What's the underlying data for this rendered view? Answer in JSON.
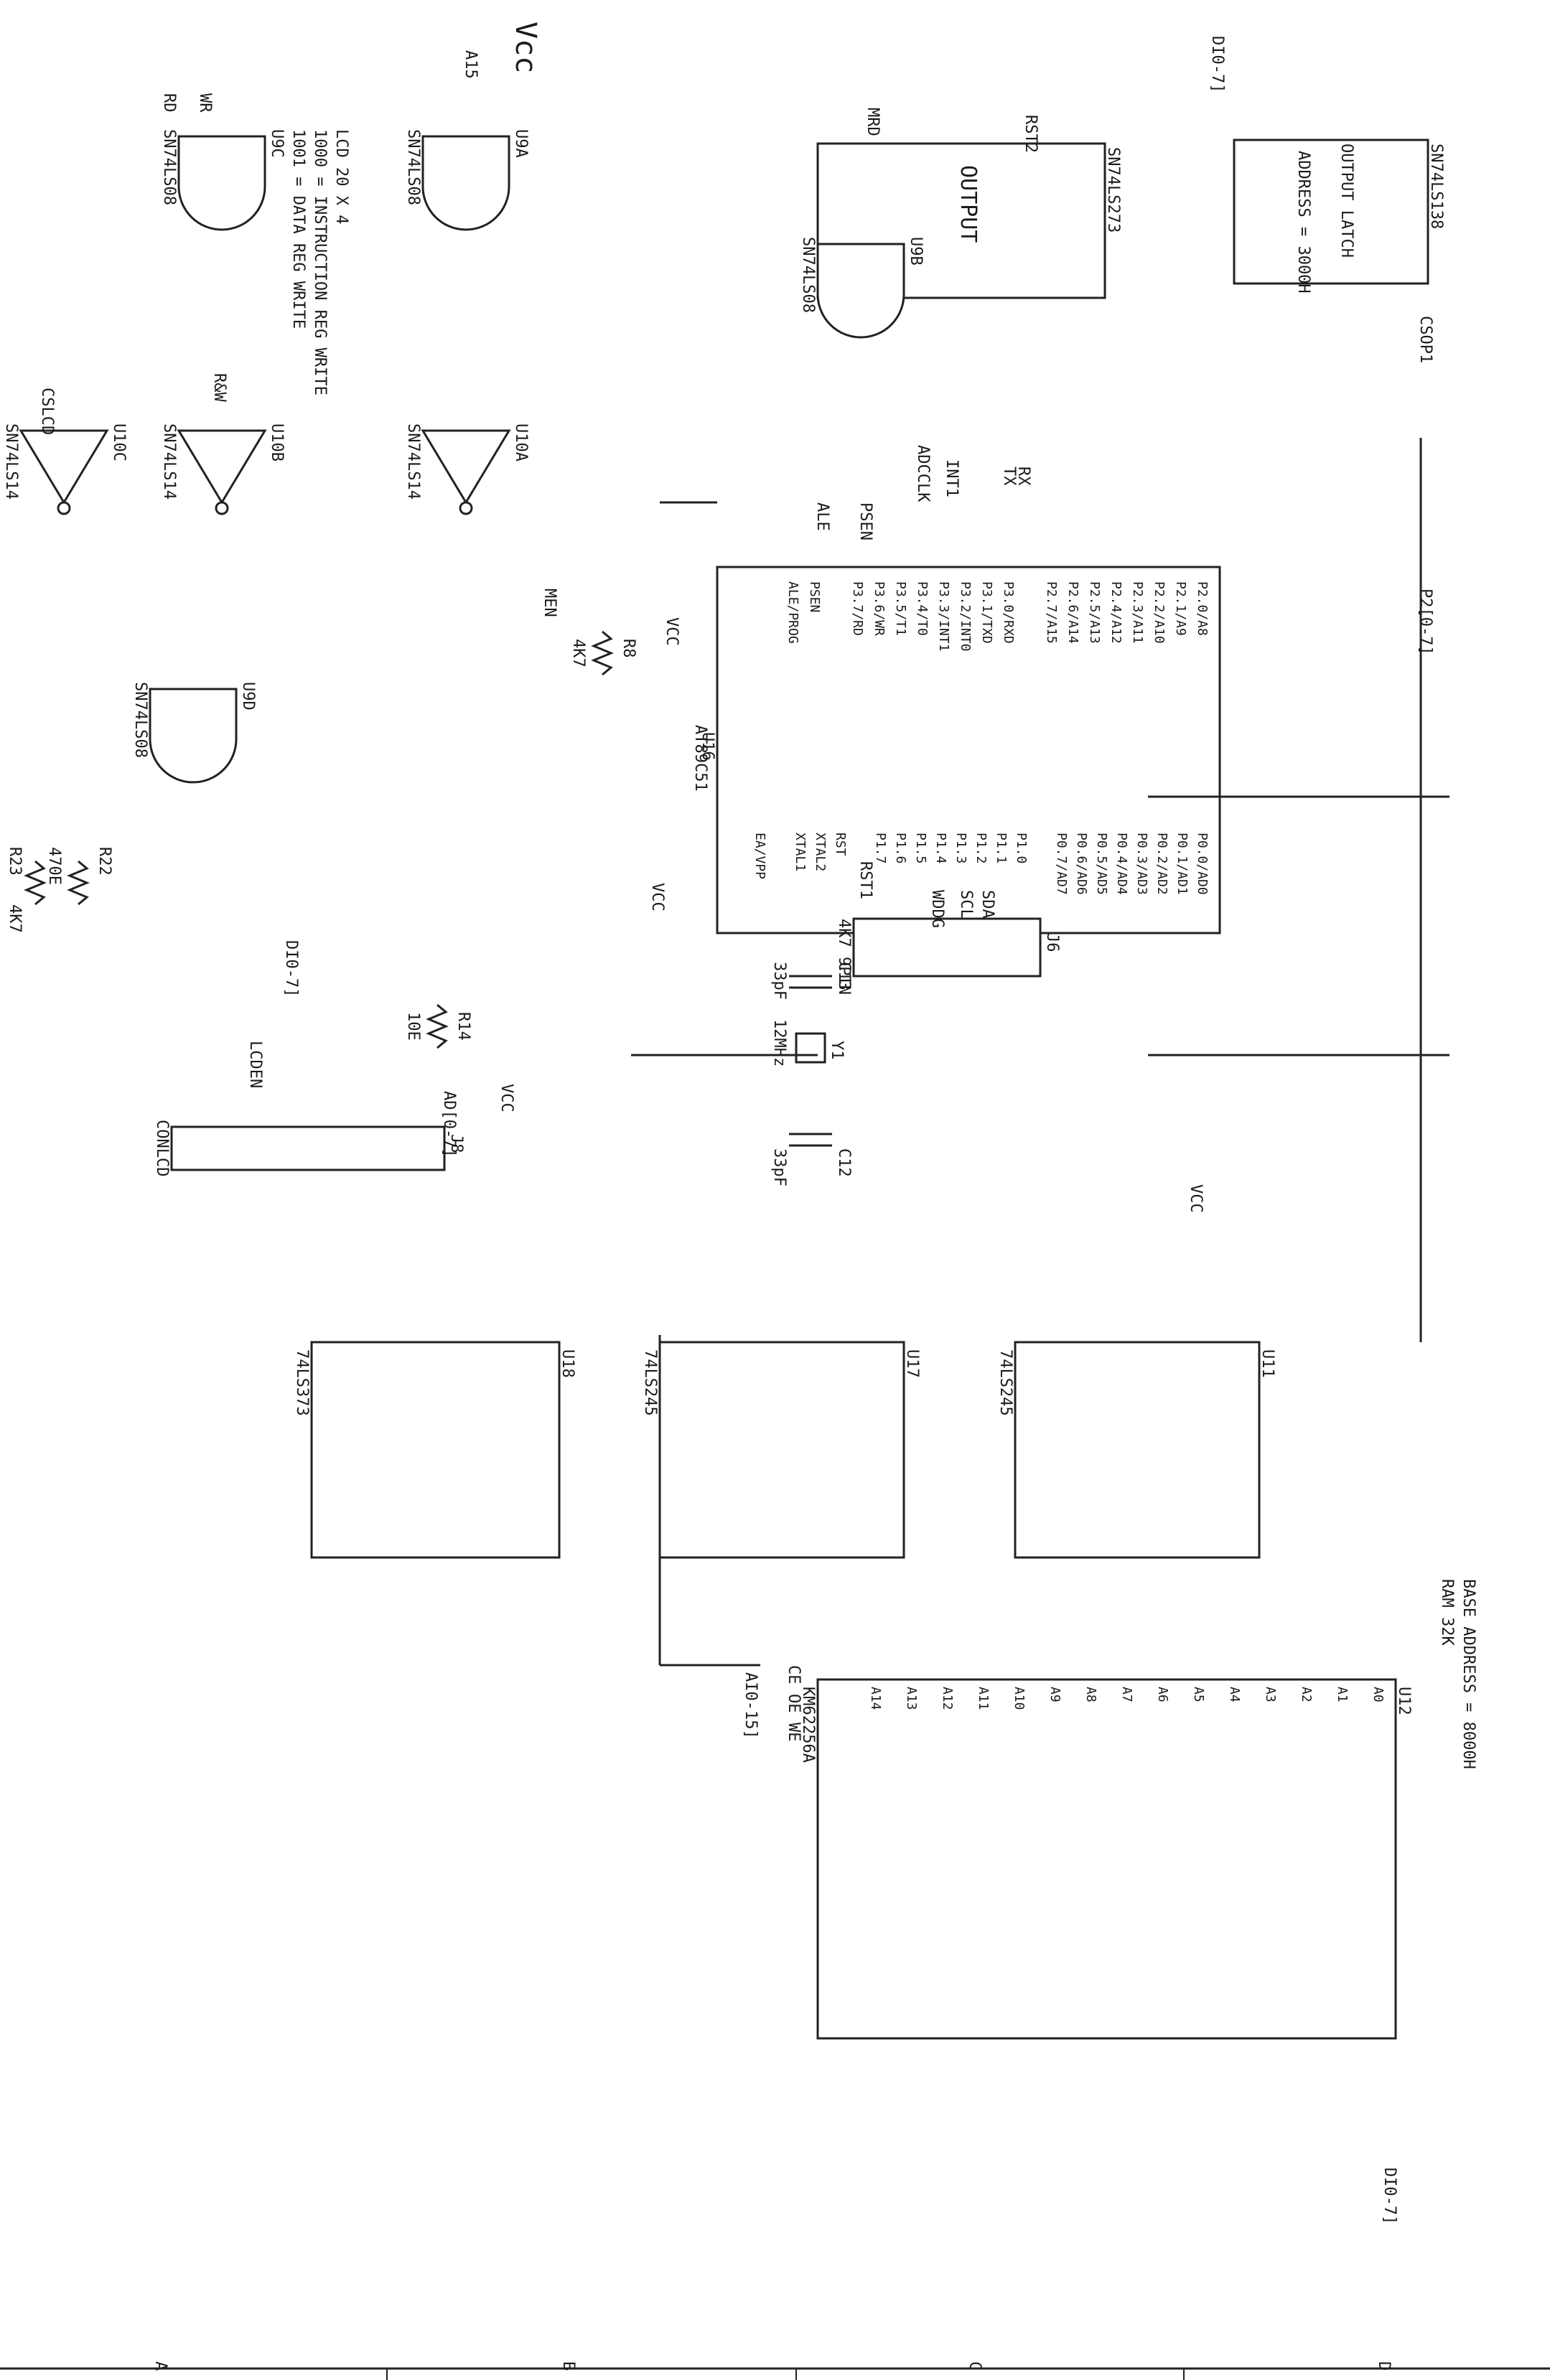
{
  "sheet": {
    "border_labels": [
      "A",
      "B",
      "C",
      "D"
    ]
  },
  "labels": {
    "idc_bus": "DI0-7]",
    "ad_bus": "AD[0-7]",
    "p2_bus": "P2[0-7]",
    "a_bus": "AI0-15]",
    "idc_bus2": "DI0-7]",
    "lcd_bus": "DI0-7]",
    "lcd_note_1": "LCD 20 X 4",
    "lcd_note_2": "1000 = INSTRUCTION REG WRITE",
    "lcd_note_3": "1001 = DATA REG WRITE",
    "output_title": "OUTPUT",
    "output_latch": "OUTPUT LATCH",
    "output_address": "ADDRESS = 3000H",
    "ram_title": "RAM 32K",
    "ram_address": "BASE ADDRESS = 8000H",
    "vcc": "VCC",
    "vcc_hand": "Vcc"
  },
  "components": {
    "u16": {
      "ref": "U16",
      "part": "AT89C51"
    },
    "u18": {
      "ref": "U18",
      "part": "74LS373"
    },
    "u17": {
      "ref": "U17",
      "part": "74LS245"
    },
    "u11": {
      "ref": "U11",
      "part": "74LS245"
    },
    "u12": {
      "ref": "U12",
      "part": "KM62256A"
    },
    "u138": {
      "part": "SN74LS138"
    },
    "u273": {
      "part": "SN74LS273"
    },
    "u9a": {
      "ref": "U9A",
      "part": "SN74LS08"
    },
    "u9b": {
      "ref": "U9B",
      "part": "SN74LS08"
    },
    "u9c": {
      "ref": "U9C",
      "part": "SN74LS08"
    },
    "u9d": {
      "ref": "U9D",
      "part": "SN74LS08"
    },
    "u10a": {
      "ref": "U10A",
      "part": "SN74LS14"
    },
    "u10b": {
      "ref": "U10B",
      "part": "SN74LS14"
    },
    "u10c": {
      "ref": "U10C",
      "part": "SN74LS14"
    },
    "j6": {
      "ref": "J6",
      "part": "4K7 9PIN"
    },
    "j8": {
      "ref": "J8",
      "part": "CONLCD"
    },
    "r8": {
      "ref": "R8",
      "value": "4K7"
    },
    "r14": {
      "ref": "R14",
      "value": "10E"
    },
    "r22": {
      "ref": "R22",
      "value": "470E"
    },
    "r23": {
      "ref": "R23",
      "value": "4K7"
    },
    "c12": {
      "ref": "C12",
      "value": "33pF"
    },
    "c13": {
      "ref": "C13",
      "value": "33pF"
    },
    "y1": {
      "ref": "Y1",
      "value": "12MHz"
    }
  },
  "signals": {
    "a15": "A15",
    "men": "MEN",
    "mrd": "MRD",
    "psen": "PSEN",
    "ale": "ALE",
    "wr": "WR",
    "rd": "RD",
    "rw": "R&W",
    "cslcd": "CSLCD",
    "csop1": "CSOP1",
    "rst1": "RST1",
    "rst2": "RST2",
    "lcden": "LCDEN",
    "wddg": "WDDG",
    "scl": "SCL",
    "sda": "SDA",
    "adcclk": "ADCCLK",
    "int1": "INT1",
    "tx": "TX",
    "rx": "RX",
    "we": "WE",
    "oe": "OE",
    "ce": "CE"
  },
  "u16_left_pins": [
    "P2.0/A8",
    "P2.1/A9",
    "P2.2/A10",
    "P2.3/A11",
    "P2.4/A12",
    "P2.5/A13",
    "P2.6/A14",
    "P2.7/A15",
    "",
    "P3.0/RXD",
    "P3.1/TXD",
    "P3.2/INT0",
    "P3.3/INT1",
    "P3.4/T0",
    "P3.5/T1",
    "P3.6/WR",
    "P3.7/RD",
    "",
    "PSEN",
    "ALE/PROG"
  ],
  "u16_right_pins": [
    "P0.0/AD0",
    "P0.1/AD1",
    "P0.2/AD2",
    "P0.3/AD3",
    "P0.4/AD4",
    "P0.5/AD5",
    "P0.6/AD6",
    "P0.7/AD7",
    "",
    "P1.0",
    "P1.1",
    "P1.2",
    "P1.3",
    "P1.4",
    "P1.5",
    "P1.6",
    "P1.7",
    "",
    "RST",
    "XTAL2",
    "XTAL1",
    "",
    "EA/VPP"
  ],
  "u12_pins": [
    "A0",
    "A1",
    "A2",
    "A3",
    "A4",
    "A5",
    "A6",
    "A7",
    "A8",
    "A9",
    "A10",
    "A11",
    "A12",
    "A13",
    "A14"
  ]
}
